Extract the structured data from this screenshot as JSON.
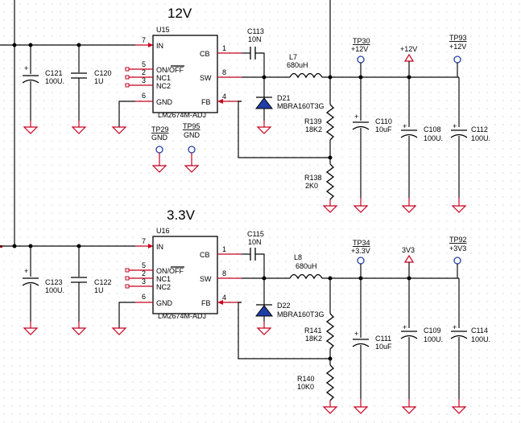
{
  "sections": [
    {
      "title": "12V",
      "ic": {
        "ref": "U15",
        "part": "LM2674M-ADJ",
        "pins_left": [
          {
            "num": "7",
            "name": "IN"
          },
          {
            "num": "5",
            "name": "ON/OFF"
          },
          {
            "num": "2",
            "name": "NC1"
          },
          {
            "num": "3",
            "name": "NC2"
          },
          {
            "num": "6",
            "name": "GND"
          }
        ],
        "pins_right": [
          {
            "num": "1",
            "name": "CB"
          },
          {
            "num": "8",
            "name": "SW"
          },
          {
            "num": "4",
            "name": "FB"
          }
        ]
      },
      "caps_in": [
        {
          "ref": "C121",
          "value": "100U."
        },
        {
          "ref": "C120",
          "value": "1U"
        }
      ],
      "boot_cap": {
        "ref": "C113",
        "value": "10N"
      },
      "inductor": {
        "ref": "L7",
        "value": "680uH"
      },
      "diode": {
        "ref": "D21",
        "value": "MBRA160T3G"
      },
      "r_top": {
        "ref": "R139",
        "value": "18K2"
      },
      "r_bot": {
        "ref": "R138",
        "value": "2K0"
      },
      "test_points": [
        {
          "ref": "TP29",
          "net": "GND"
        },
        {
          "ref": "TP95",
          "net": "GND"
        },
        {
          "ref": "TP30",
          "net": "+12V"
        },
        {
          "ref": "TP93",
          "net": "+12V"
        }
      ],
      "out_caps": [
        {
          "ref": "C110",
          "value": "10uF"
        },
        {
          "ref": "C108",
          "value": "100U."
        },
        {
          "ref": "C112",
          "value": "100U."
        }
      ],
      "power_net": "+12V"
    },
    {
      "title": "3.3V",
      "ic": {
        "ref": "U16",
        "part": "LM2674M-ADJ",
        "pins_left": [
          {
            "num": "7",
            "name": "IN"
          },
          {
            "num": "5",
            "name": "ON/OFF"
          },
          {
            "num": "2",
            "name": "NC1"
          },
          {
            "num": "3",
            "name": "NC2"
          },
          {
            "num": "6",
            "name": "GND"
          }
        ],
        "pins_right": [
          {
            "num": "1",
            "name": "CB"
          },
          {
            "num": "8",
            "name": "SW"
          },
          {
            "num": "4",
            "name": "FB"
          }
        ]
      },
      "caps_in": [
        {
          "ref": "C123",
          "value": "100U."
        },
        {
          "ref": "C122",
          "value": "1U"
        }
      ],
      "boot_cap": {
        "ref": "C115",
        "value": "10N"
      },
      "inductor": {
        "ref": "L8",
        "value": "680uH"
      },
      "diode": {
        "ref": "D22",
        "value": "MBRA160T3G"
      },
      "r_top": {
        "ref": "R141",
        "value": "18K2"
      },
      "r_bot": {
        "ref": "R140",
        "value": "10K0"
      },
      "test_points": [
        {
          "ref": "TP34",
          "net": "+3.3V"
        },
        {
          "ref": "TP92",
          "net": "+3V3"
        }
      ],
      "out_caps": [
        {
          "ref": "C111",
          "value": "10uF"
        },
        {
          "ref": "C109",
          "value": "100U."
        },
        {
          "ref": "C114",
          "value": "100U."
        }
      ],
      "power_net": "3V3"
    }
  ]
}
